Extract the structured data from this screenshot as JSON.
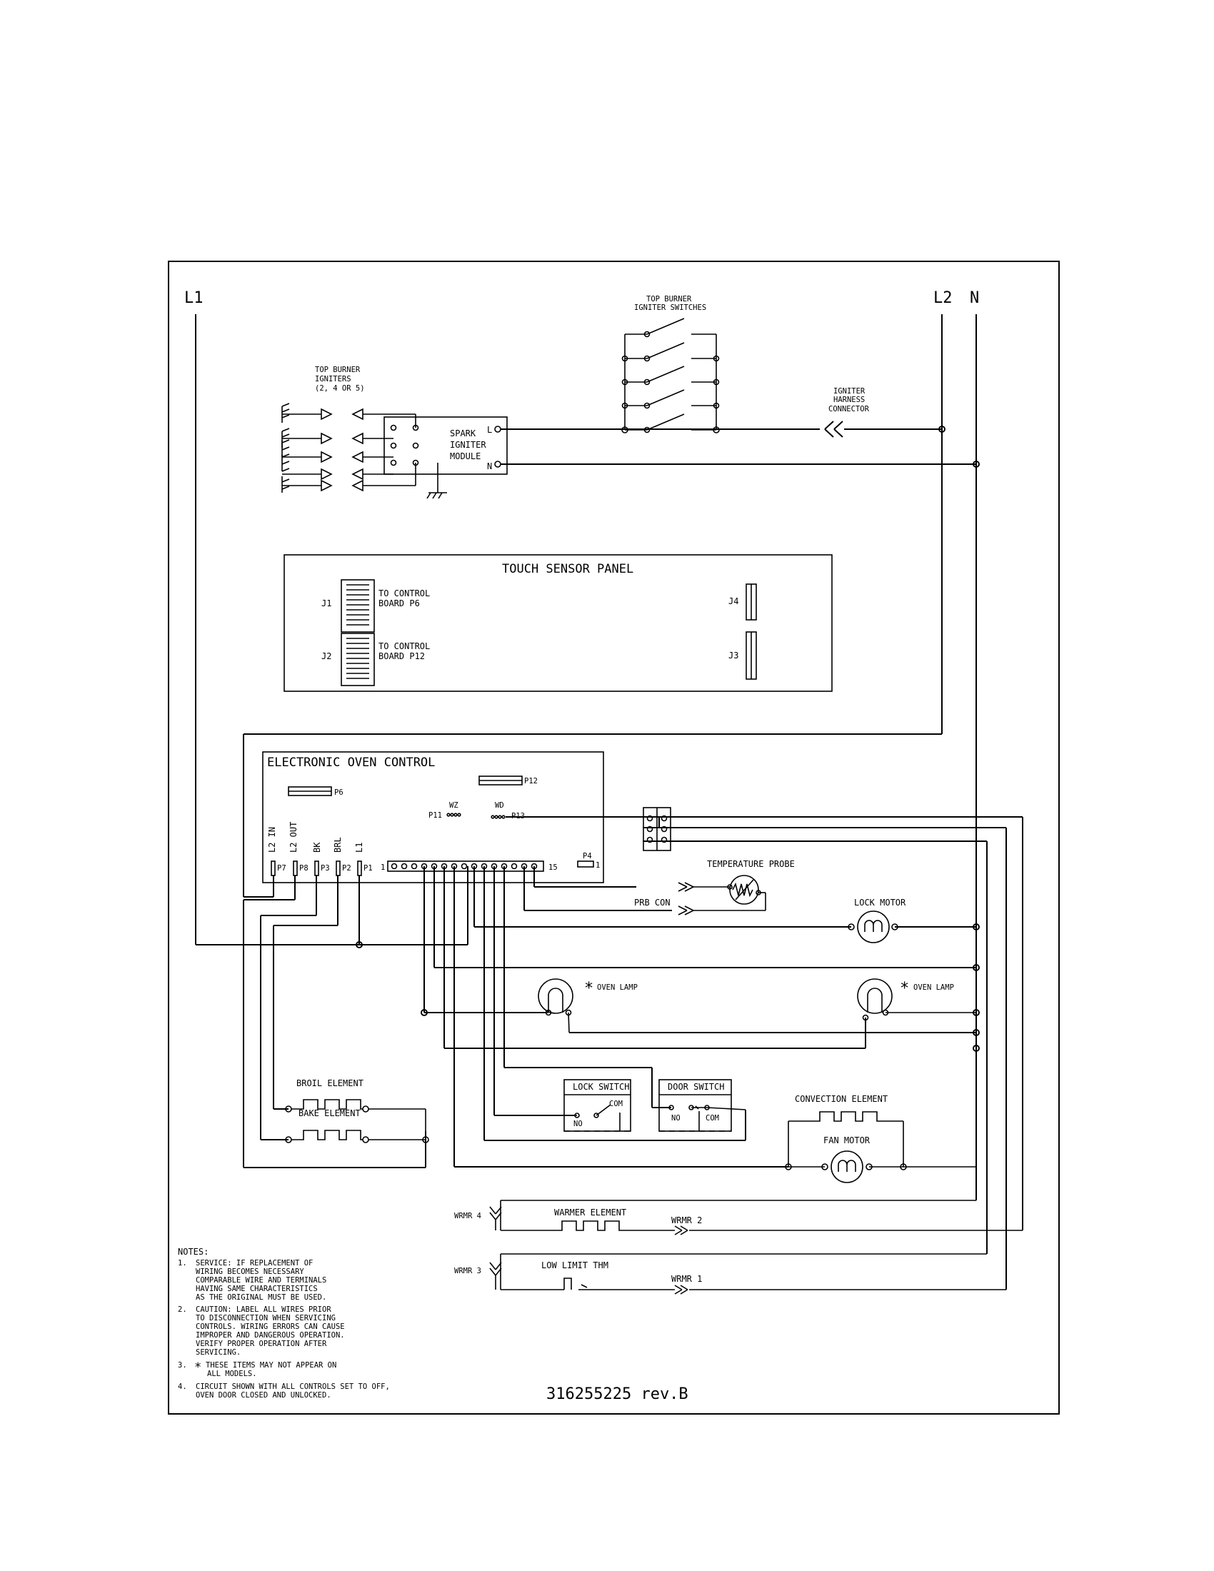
{
  "lines": {
    "l1": "L1",
    "l2": "L2",
    "n": "N"
  },
  "igniters": {
    "title": "TOP BURNER",
    "title2": "IGNITERS",
    "title3": "(2, 4 OR 5)"
  },
  "switches": {
    "title": "TOP BURNER",
    "title2": "IGNITER SWITCHES"
  },
  "spark_module": {
    "line1": "SPARK",
    "line2": "IGNITER",
    "line3": "MODULE",
    "l": "L",
    "n": "N"
  },
  "harness": {
    "line1": "IGNITER",
    "line2": "HARNESS",
    "line3": "CONNECTOR"
  },
  "touch_panel": {
    "title": "TOUCH SENSOR PANEL",
    "j1": "J1",
    "j1_line1": "TO CONTROL",
    "j1_line2": "BOARD P6",
    "j2": "J2",
    "j2_line1": "TO CONTROL",
    "j2_line2": "BOARD P12",
    "j3": "J3",
    "j4": "J4"
  },
  "control": {
    "title": "ELECTRONIC OVEN CONTROL",
    "p6": "P6",
    "p12": "P12",
    "wz": "WZ",
    "p11": "P11",
    "wd": "WD",
    "p13": "P13",
    "p4": "P4",
    "p4_pin": "1",
    "pins": [
      "L2 IN",
      "L2 OUT",
      "BK",
      "BRL",
      "L1"
    ],
    "plugs": [
      "P7",
      "P8",
      "P3",
      "P2",
      "P1"
    ],
    "strip_start": "1",
    "strip_end": "15"
  },
  "components": {
    "temp_probe": "TEMPERATURE PROBE",
    "prb_con": "PRB CON",
    "lock_motor": "LOCK MOTOR",
    "oven_lamp_1": "OVEN LAMP",
    "oven_lamp_2": "OVEN LAMP",
    "lamp_mark": "*",
    "broil": "BROIL ELEMENT",
    "bake": "BAKE ELEMENT",
    "lock_switch": "LOCK SWITCH",
    "lock_com": "COM",
    "lock_no": "NO",
    "door_switch": "DOOR SWITCH",
    "door_no": "NO",
    "door_com": "COM",
    "convection": "CONVECTION ELEMENT",
    "fan_motor": "FAN MOTOR",
    "warmer": "WARMER ELEMENT",
    "low_limit": "LOW LIMIT THM",
    "wrmr4": "WRMR 4",
    "wrmr2": "WRMR 2",
    "wrmr3": "WRMR 3",
    "wrmr1": "WRMR 1"
  },
  "notes": {
    "title": "NOTES:",
    "n1_num": "1.",
    "n1": [
      "SERVICE:  IF REPLACEMENT OF",
      "WIRING BECOMES NECESSARY",
      "COMPARABLE WIRE AND TERMINALS",
      "HAVING SAME CHARACTERISTICS",
      "AS THE ORIGINAL MUST BE USED."
    ],
    "n2_num": "2.",
    "n2": [
      "CAUTION:  LABEL ALL WIRES PRIOR",
      "TO DISCONNECTION WHEN SERVICING",
      "CONTROLS.  WIRING ERRORS CAN CAUSE",
      "IMPROPER AND DANGEROUS OPERATION.",
      "VERIFY PROPER OPERATION AFTER",
      "SERVICING."
    ],
    "n3_num": "3.",
    "n3_mark": "*",
    "n3": [
      "THESE ITEMS MAY NOT APPEAR ON",
      "ALL MODELS."
    ],
    "n4_num": "4.",
    "n4": [
      "CIRCUIT SHOWN WITH ALL CONTROLS SET TO OFF,",
      "OVEN DOOR CLOSED AND UNLOCKED."
    ]
  },
  "part_number": "316255225 rev.B"
}
